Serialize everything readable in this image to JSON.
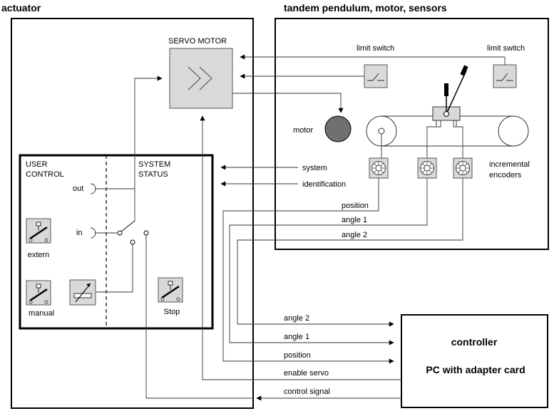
{
  "sections": {
    "actuator": "actuator",
    "plant": "tandem pendulum, motor, sensors"
  },
  "components": {
    "servo_motor": "SERVO MOTOR",
    "limit_switch_left": "limit switch",
    "limit_switch_right": "limit switch",
    "motor": "motor",
    "incremental_encoders_line1": "incremental",
    "incremental_encoders_line2": "encoders"
  },
  "panel": {
    "user_line1": "USER",
    "user_line2": "CONTROL",
    "system_line1": "SYSTEM",
    "system_line2": "STATUS",
    "out": "out",
    "in": "in",
    "extern": "extern",
    "manual": "manual",
    "stop": "Stop"
  },
  "signals": {
    "system": "system",
    "identification": "identification",
    "position_top": "position",
    "angle1_top": "angle 1",
    "angle2_top": "angle 2",
    "angle2_bottom": "angle 2",
    "angle1_bottom": "angle 1",
    "position_bottom": "position",
    "enable_servo": "enable servo",
    "control_signal": "control signal"
  },
  "controller": {
    "title": "controller",
    "subtitle": "PC with adapter card"
  },
  "colors": {
    "component_fill": "#d9d9d9",
    "motor_fill": "#707070"
  }
}
